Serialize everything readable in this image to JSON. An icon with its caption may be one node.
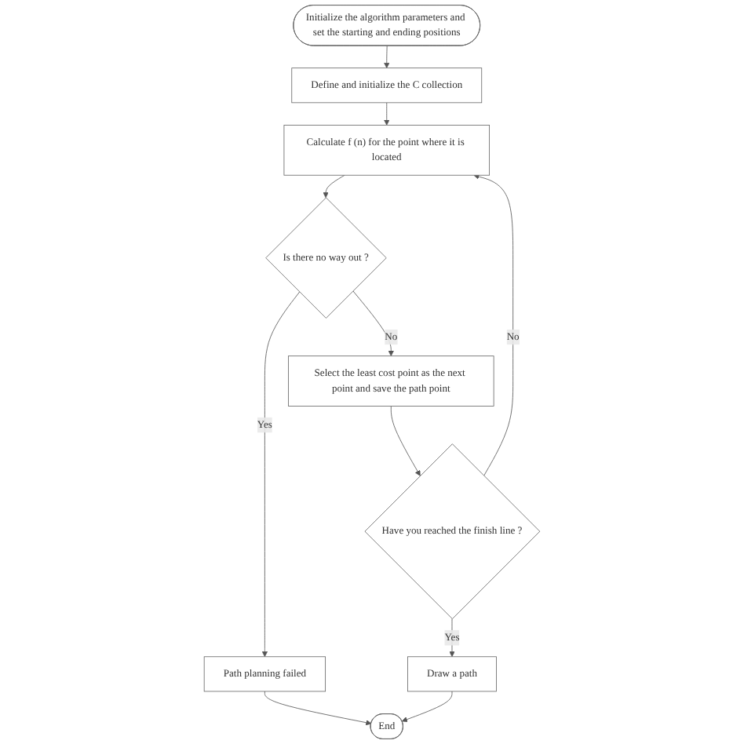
{
  "diagram": {
    "nodes": [
      {
        "text": [
          "Initialize the algorithm parameters and set the starting and ending positions"
        ]
      },
      {
        "text": [
          "Define and initialize the C collection"
        ]
      },
      {
        "text": [
          "Calculate f (n) for the point where it is located"
        ]
      },
      {
        "text": [
          "Is there no way out ?"
        ]
      },
      {
        "text": [
          "Select the least cost point as the next point and save the path point"
        ]
      },
      {
        "text": [
          "Have you reached the finish line ?"
        ]
      },
      {
        "text": [
          "Draw a path"
        ]
      },
      {
        "text": [
          "Path planning failed"
        ]
      },
      {
        "text": [
          "End"
        ]
      }
    ],
    "edges": [
      {
        "from": 0,
        "to": 1,
        "arrow": "to"
      },
      {
        "from": 1,
        "to": 2,
        "arrow": "to"
      },
      {
        "from": 2,
        "to": 3,
        "arrow": "to"
      },
      {
        "from": 3,
        "to": 7,
        "arrow": "to",
        "label": "Yes"
      },
      {
        "from": 3,
        "to": 4,
        "arrow": "to",
        "label": "No"
      },
      {
        "from": 4,
        "to": 5,
        "arrow": "to"
      },
      {
        "from": 5,
        "to": 2,
        "arrow": "to",
        "label": "No"
      },
      {
        "from": 5,
        "to": 6,
        "arrow": "to",
        "label": "Yes"
      },
      {
        "from": 6,
        "to": 8,
        "arrow": "to"
      },
      {
        "from": 7,
        "to": 8,
        "arrow": "to"
      }
    ]
  }
}
